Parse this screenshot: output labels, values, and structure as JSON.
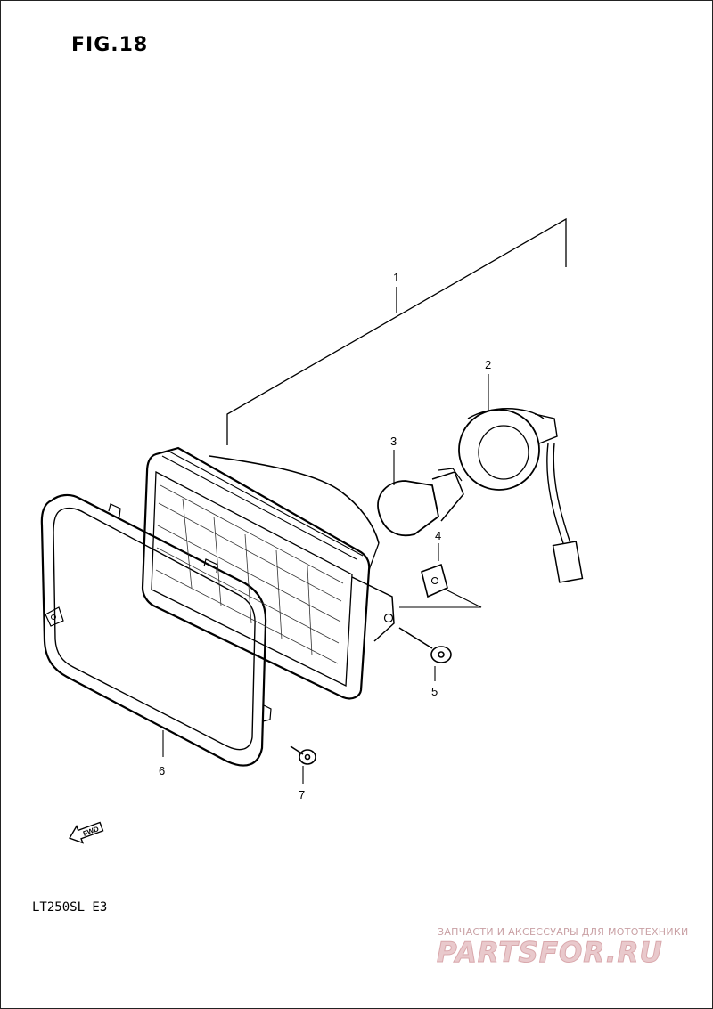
{
  "figure": {
    "title": "FIG.18",
    "model": "LT250SL  E3"
  },
  "callouts": [
    {
      "id": "1",
      "label": "1"
    },
    {
      "id": "2",
      "label": "2"
    },
    {
      "id": "3",
      "label": "3"
    },
    {
      "id": "4",
      "label": "4"
    },
    {
      "id": "5",
      "label": "5"
    },
    {
      "id": "6",
      "label": "6"
    },
    {
      "id": "7",
      "label": "7"
    }
  ],
  "direction_marker": {
    "label": "FWD",
    "icon": "fwd-arrow-icon"
  },
  "watermark": {
    "caption": "ЗАПЧАСТИ И АКСЕССУАРЫ ДЛЯ МОТОТЕХНИКИ",
    "logo": "PARTSFOR.RU",
    "color": "#e9c9cc"
  },
  "colors": {
    "line": "#000000",
    "background": "#ffffff"
  }
}
